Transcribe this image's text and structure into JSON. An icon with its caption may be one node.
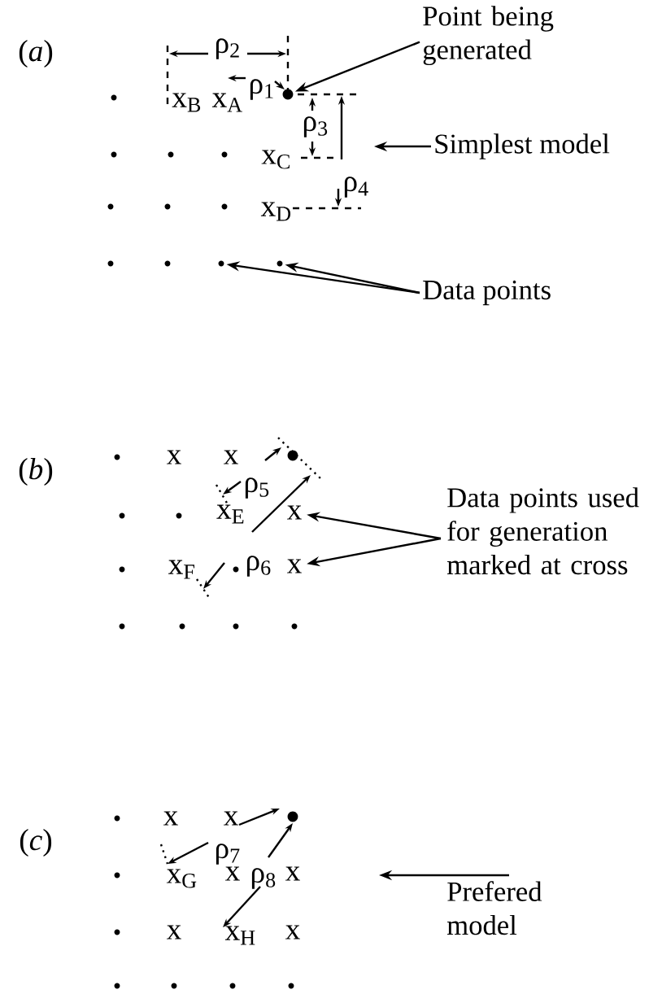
{
  "diagram": {
    "nodes": [
      {
        "text": [
          "Point being generated"
        ]
      },
      {
        "text": [],
        "shape": "circle"
      },
      {
        "text": [
          "Simplest model"
        ]
      },
      {
        "text": [
          "Data points"
        ]
      },
      {
        "text": [],
        "shape": "circle"
      },
      {
        "text": [],
        "shape": "circle"
      },
      {
        "text": [
          "Data points used for generation marked at cross"
        ]
      },
      {
        "text": [
          "x"
        ]
      },
      {
        "text": [
          "x"
        ]
      },
      {
        "text": [
          "Prefered model"
        ]
      }
    ],
    "edges": [
      {
        "from": 0,
        "to": 1,
        "arrow": "to"
      },
      {
        "from": 2,
        "to": null,
        "arrow": "to"
      },
      {
        "from": 3,
        "to": 4,
        "arrow": "to"
      },
      {
        "from": 3,
        "to": 5,
        "arrow": "to"
      },
      {
        "from": 6,
        "to": 7,
        "arrow": "to"
      },
      {
        "from": 6,
        "to": 8,
        "arrow": "to"
      },
      {
        "from": 9,
        "to": null,
        "arrow": "to"
      }
    ],
    "labels": [
      "(*a*)",
      "ρ$_{2}$",
      "x$_{B}$",
      "x$_{A}$",
      "ρ$_{1}$",
      "ρ$_{3}$",
      "x$_{C}$",
      "ρ$_{4}$",
      "x$_{D}$",
      "(*b*)",
      "x",
      "x",
      "ρ$_{5}$",
      "x$_{E}$",
      "x$_{F}$",
      "ρ$_{6}$",
      "(*c*)",
      "x",
      "x",
      "ρ$_{7}$",
      "x$_{G}$",
      "x",
      "ρ$_{8}$",
      "x",
      "x",
      "x$_{H}$",
      "x"
    ]
  }
}
